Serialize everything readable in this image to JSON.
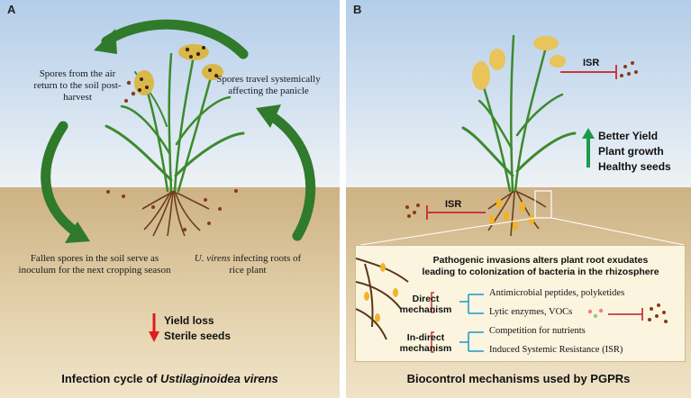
{
  "panel_a": {
    "label": "A",
    "air_spores_text": "Spores from the air return to the soil post-harvest",
    "systemic_text": "Spores travel systemically affecting the panicle",
    "fallen_spores_text": "Fallen spores in the soil serve as inoculum for the next cropping season",
    "infecting_species": "U. virens",
    "infecting_rest": " infecting roots of rice plant",
    "effects": [
      "Yield loss",
      "Sterile seeds"
    ],
    "caption_prefix": "Infection cycle of ",
    "caption_species": "Ustilaginoidea virens"
  },
  "panel_b": {
    "label": "B",
    "isr_top": "ISR",
    "isr_root": "ISR",
    "benefits": [
      "Better Yield",
      "Plant growth",
      "Healthy seeds"
    ],
    "box_heading": "Pathogenic invasions alters plant root exudates leading to colonization of bacteria in the rhizosphere",
    "direct_label": "Direct mechanism",
    "indirect_label": "In-direct mechanism",
    "direct_items": [
      "Antimicrobial peptides, polyketides",
      "Lytic enzymes, VOCs"
    ],
    "indirect_items": [
      "Competition for nutrients",
      "Induced Systemic Resistance (ISR)"
    ],
    "caption": "Biocontrol mechanisms used by PGPRs"
  },
  "colors": {
    "sky": "#b3cde9",
    "soil": "#cdb284",
    "arrow_green": "#2f7a2b",
    "red_arrow": "#e01b1b",
    "benefit_arrow": "#1a9a4a",
    "inhibit_red": "#c8383d",
    "spore": "#8b3a12",
    "bracket_blue": "#1e96c8"
  }
}
